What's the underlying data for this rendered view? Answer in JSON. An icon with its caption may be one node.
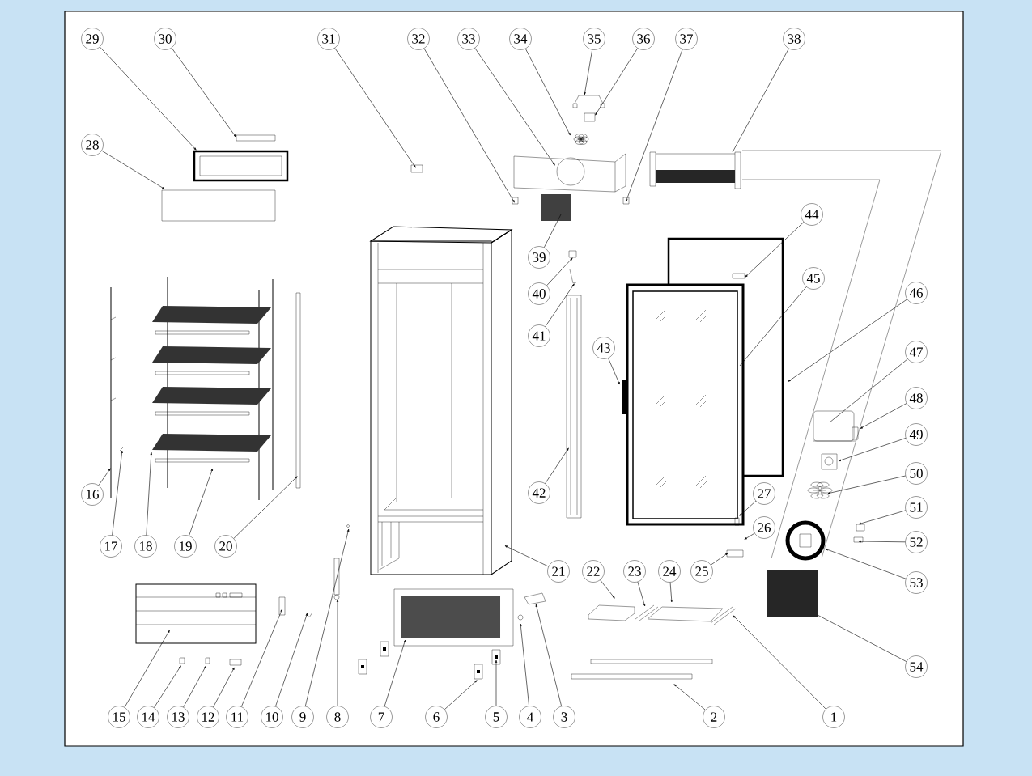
{
  "diagram": {
    "nodes": [
      {
        "text": [
          "1"
        ]
      },
      {
        "text": [
          "2"
        ]
      },
      {
        "text": [
          "3"
        ]
      },
      {
        "text": [
          "4"
        ]
      },
      {
        "text": [
          "5"
        ]
      },
      {
        "text": [
          "6"
        ]
      },
      {
        "text": [
          "7"
        ]
      },
      {
        "text": [
          "8"
        ]
      },
      {
        "text": [
          "9"
        ]
      },
      {
        "text": [
          "10"
        ]
      },
      {
        "text": [
          "11"
        ]
      },
      {
        "text": [
          "12"
        ]
      },
      {
        "text": [
          "13"
        ]
      },
      {
        "text": [
          "14"
        ]
      },
      {
        "text": [
          "15"
        ]
      },
      {
        "text": [
          "16"
        ]
      },
      {
        "text": [
          "17"
        ]
      },
      {
        "text": [
          "18"
        ]
      },
      {
        "text": [
          "19"
        ]
      },
      {
        "text": [
          "20"
        ]
      },
      {
        "text": [
          "21"
        ]
      },
      {
        "text": [
          "22"
        ]
      },
      {
        "text": [
          "23"
        ]
      },
      {
        "text": [
          "24"
        ]
      },
      {
        "text": [
          "25"
        ]
      },
      {
        "text": [
          "26"
        ]
      },
      {
        "text": [
          "27"
        ]
      },
      {
        "text": [
          "28"
        ]
      },
      {
        "text": [
          "29"
        ]
      },
      {
        "text": [
          "30"
        ]
      },
      {
        "text": [
          "31"
        ]
      },
      {
        "text": [
          "32"
        ]
      },
      {
        "text": [
          "33"
        ]
      },
      {
        "text": [
          "34"
        ]
      },
      {
        "text": [
          "35"
        ]
      },
      {
        "text": [
          "36"
        ]
      },
      {
        "text": [
          "37"
        ]
      },
      {
        "text": [
          "38"
        ]
      },
      {
        "text": [
          "39"
        ]
      },
      {
        "text": [
          "40"
        ]
      },
      {
        "text": [
          "41"
        ]
      },
      {
        "text": [
          "42"
        ]
      },
      {
        "text": [
          "43"
        ]
      },
      {
        "text": [
          "44"
        ]
      },
      {
        "text": [
          "45"
        ]
      },
      {
        "text": [
          "46"
        ]
      },
      {
        "text": [
          "47"
        ]
      },
      {
        "text": [
          "48"
        ]
      },
      {
        "text": [
          "49"
        ]
      },
      {
        "text": [
          "50"
        ]
      },
      {
        "text": [
          "51"
        ]
      },
      {
        "text": [
          "52"
        ]
      },
      {
        "text": [
          "53"
        ]
      },
      {
        "text": [
          "54"
        ]
      }
    ],
    "edges": [
      {
        "from": 0,
        "to": null,
        "arrow": "to"
      },
      {
        "from": 1,
        "to": null,
        "arrow": "to"
      },
      {
        "from": 2,
        "to": null,
        "arrow": "to"
      },
      {
        "from": 3,
        "to": null,
        "arrow": "to"
      },
      {
        "from": 4,
        "to": null,
        "arrow": "to"
      },
      {
        "from": 5,
        "to": null,
        "arrow": "to"
      },
      {
        "from": 6,
        "to": null,
        "arrow": "to"
      },
      {
        "from": 7,
        "to": null,
        "arrow": "to"
      },
      {
        "from": 8,
        "to": null,
        "arrow": "to"
      },
      {
        "from": 9,
        "to": null,
        "arrow": "to"
      },
      {
        "from": 10,
        "to": null,
        "arrow": "to"
      },
      {
        "from": 11,
        "to": null,
        "arrow": "to"
      },
      {
        "from": 12,
        "to": null,
        "arrow": "to"
      },
      {
        "from": 13,
        "to": null,
        "arrow": "to"
      },
      {
        "from": 14,
        "to": null,
        "arrow": "to"
      },
      {
        "from": 15,
        "to": null,
        "arrow": "to"
      },
      {
        "from": 16,
        "to": null,
        "arrow": "to"
      },
      {
        "from": 17,
        "to": null,
        "arrow": "to"
      },
      {
        "from": 18,
        "to": null,
        "arrow": "to"
      },
      {
        "from": 19,
        "to": null,
        "arrow": "to"
      },
      {
        "from": 20,
        "to": null,
        "arrow": "to"
      },
      {
        "from": 21,
        "to": null,
        "arrow": "to"
      },
      {
        "from": 22,
        "to": null,
        "arrow": "to"
      },
      {
        "from": 23,
        "to": null,
        "arrow": "to"
      },
      {
        "from": 24,
        "to": null,
        "arrow": "to"
      },
      {
        "from": 25,
        "to": null,
        "arrow": "to"
      },
      {
        "from": 26,
        "to": null,
        "arrow": "to"
      },
      {
        "from": 27,
        "to": null,
        "arrow": "to"
      },
      {
        "from": 28,
        "to": null,
        "arrow": "to"
      },
      {
        "from": 29,
        "to": null,
        "arrow": "to"
      },
      {
        "from": 30,
        "to": null,
        "arrow": "to"
      },
      {
        "from": 31,
        "to": null,
        "arrow": "to"
      },
      {
        "from": 32,
        "to": null,
        "arrow": "to"
      },
      {
        "from": 33,
        "to": null,
        "arrow": "to"
      },
      {
        "from": 34,
        "to": null,
        "arrow": "to"
      },
      {
        "from": 35,
        "to": null,
        "arrow": "to"
      },
      {
        "from": 36,
        "to": null,
        "arrow": "to"
      },
      {
        "from": 37,
        "to": null,
        "arrow": "none"
      },
      {
        "from": 38,
        "to": null,
        "arrow": "none"
      },
      {
        "from": 39,
        "to": null,
        "arrow": "to"
      },
      {
        "from": 40,
        "to": null,
        "arrow": "to"
      },
      {
        "from": 41,
        "to": null,
        "arrow": "to"
      },
      {
        "from": 42,
        "to": null,
        "arrow": "to"
      },
      {
        "from": 43,
        "to": null,
        "arrow": "to"
      },
      {
        "from": 44,
        "to": null,
        "arrow": "none"
      },
      {
        "from": 45,
        "to": null,
        "arrow": "to"
      },
      {
        "from": 46,
        "to": null,
        "arrow": "none"
      },
      {
        "from": 47,
        "to": null,
        "arrow": "to"
      },
      {
        "from": 48,
        "to": null,
        "arrow": "to"
      },
      {
        "from": 49,
        "to": null,
        "arrow": "to"
      },
      {
        "from": 50,
        "to": null,
        "arrow": "to"
      },
      {
        "from": 51,
        "to": null,
        "arrow": "to"
      },
      {
        "from": 52,
        "to": null,
        "arrow": "to"
      },
      {
        "from": 53,
        "to": null,
        "arrow": "none"
      }
    ]
  }
}
